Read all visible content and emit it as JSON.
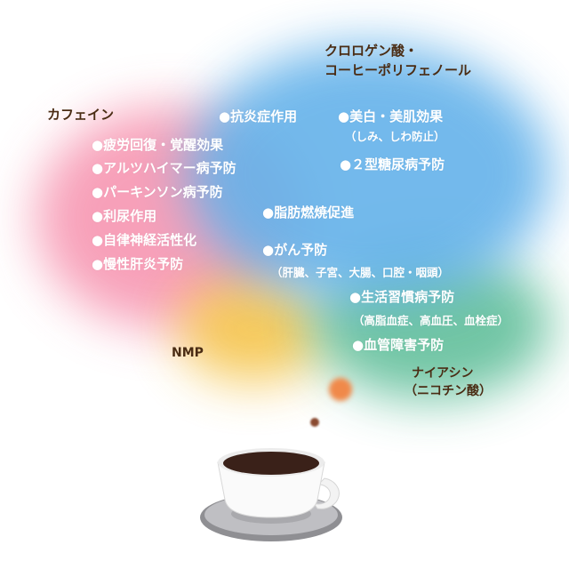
{
  "groups": {
    "caffeine": {
      "title": "カフェイン",
      "items": [
        "●疲労回復・覚醒効果",
        "●アルツハイマー病予防",
        "●パーキンソン病予防",
        "●利尿作用",
        "●自律神経活性化",
        "●慢性肝炎予防"
      ],
      "color": "#f48aa6"
    },
    "chlorogenic": {
      "title_line1": "クロロゲン酸・",
      "title_line2": "コーヒーポリフェノール",
      "items": [
        "●抗炎症作用",
        "●美白・美肌効果",
        "（しみ、しわ防止）",
        "●２型糖尿病予防",
        "●脂肪燃焼促進",
        "●がん予防",
        "（肝臓、子宮、大腸、口腔・咽頭）"
      ],
      "color": "#5fb0e6"
    },
    "niacin": {
      "title_line1": "ナイアシン",
      "title_line2": "（ニコチン酸）",
      "items": [
        "●生活習慣病予防",
        "（高脂血症、高血圧、血栓症）",
        "●血管障害予防"
      ],
      "color": "#5cbf9a"
    },
    "nmp": {
      "title": "NMP",
      "color": "#f3c04a"
    }
  }
}
